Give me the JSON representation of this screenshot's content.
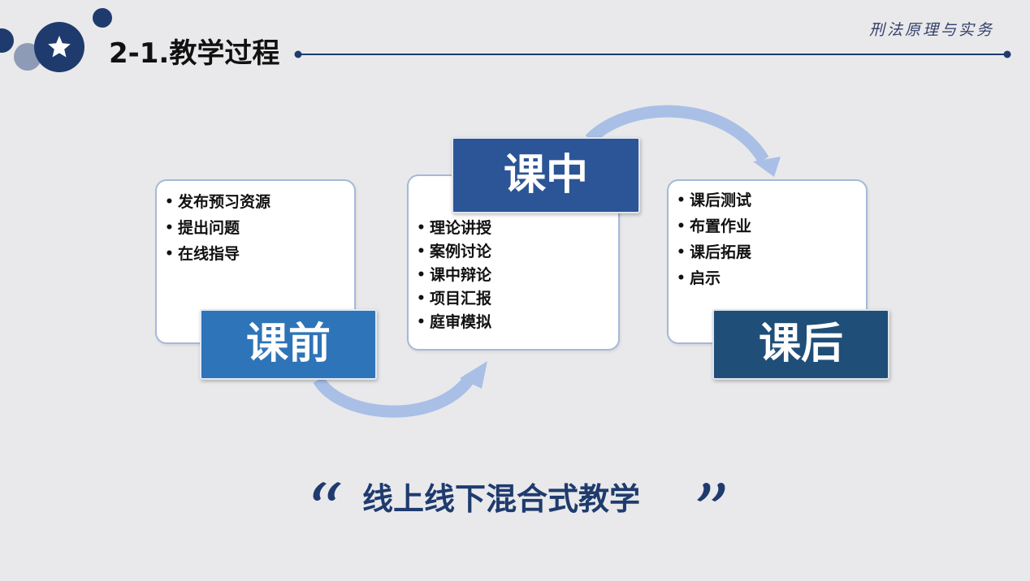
{
  "header": {
    "title": "2-1.教学过程",
    "course_name": "刑法原理与实务"
  },
  "phases": [
    {
      "label": "课前",
      "items": [
        "发布预习资源",
        "提出问题",
        "在线指导"
      ]
    },
    {
      "label": "课中",
      "items": [
        "理论讲授",
        "案例讨论",
        "课中辩论",
        "项目汇报",
        "庭审模拟"
      ]
    },
    {
      "label": "课后",
      "items": [
        "课后测试",
        "布置作业",
        "课后拓展",
        "启示"
      ]
    }
  ],
  "slogan": "线上线下混合式教学",
  "colors": {
    "background": "#e9e9eb",
    "navy": "#1f3b6e",
    "phase_pre": "#2e74b8",
    "phase_mid": "#2b5596",
    "phase_post": "#1f4e79",
    "arrow": "#a9bfe6"
  },
  "icons": {
    "badge": "star-icon"
  }
}
